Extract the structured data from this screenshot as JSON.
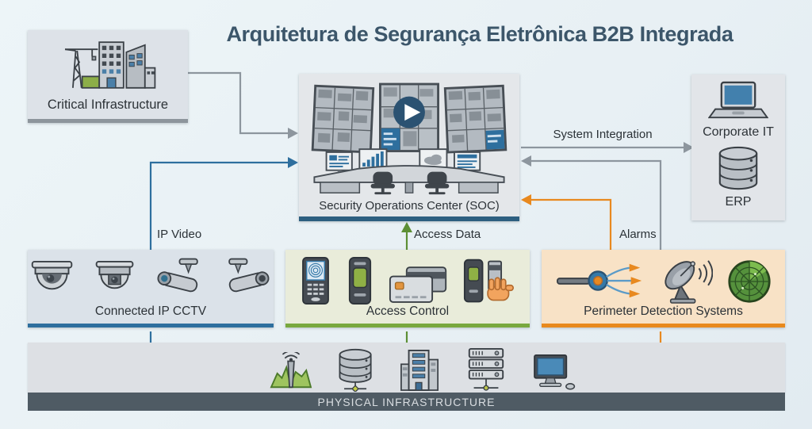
{
  "title": "Arquitetura de Segurança Eletrônica B2B Integrada",
  "nodes": {
    "critical_infrastructure": {
      "label": "Critical Infrastructure",
      "icon": "crane-and-buildings"
    },
    "soc": {
      "label": "Security Operations Center (SOC)",
      "icon": "control-room-video-wall"
    },
    "corporate_it": {
      "label": "Corporate IT",
      "icon": "laptop"
    },
    "erp": {
      "label": "ERP",
      "icon": "database"
    },
    "cctv": {
      "label": "Connected IP CCTV",
      "icons": [
        "dome-camera",
        "dome-camera",
        "bullet-camera",
        "bullet-camera"
      ]
    },
    "access_control": {
      "label": "Access Control",
      "icons": [
        "fingerprint-terminal",
        "badge-reader",
        "access-cards",
        "hand-with-card"
      ]
    },
    "perimeter": {
      "label": "Perimeter Detection Systems",
      "icons": [
        "beam-sensor",
        "satellite-dish",
        "radar-screen"
      ]
    },
    "physical_infrastructure": {
      "label": "PHYSICAL INFRASTRUCTURE",
      "icons": [
        "terrain-sensor",
        "database",
        "facility-building",
        "server-rack",
        "workstation"
      ]
    }
  },
  "connections": {
    "system_integration": {
      "label": "System Integration",
      "from": "soc",
      "to": "corporate_it",
      "color": "#8d969e"
    },
    "ip_video": {
      "label": "IP Video",
      "from": "cctv",
      "to": "soc",
      "color": "#2e6f9e"
    },
    "access_data": {
      "label": "Access Data",
      "from": "access_control",
      "to": "soc",
      "color": "#5d8f35"
    },
    "alarms": {
      "label": "Alarms",
      "from": "perimeter",
      "to": "soc",
      "color": "#e8891f"
    },
    "critical_feed": {
      "label": "",
      "from": "critical_infrastructure",
      "to": "soc",
      "color": "#8d969e"
    },
    "it_return": {
      "label": "",
      "from": "corporate_it",
      "to": "soc",
      "color": "#8d969e"
    }
  },
  "colors": {
    "blue_accent": "#2e6f9e",
    "green_accent": "#79a83e",
    "orange_accent": "#e8891f",
    "gray_accent": "#8d959c",
    "navy_border": "#2d5f80",
    "title_text": "#3c566a",
    "dark_bar": "#4f5b64"
  }
}
